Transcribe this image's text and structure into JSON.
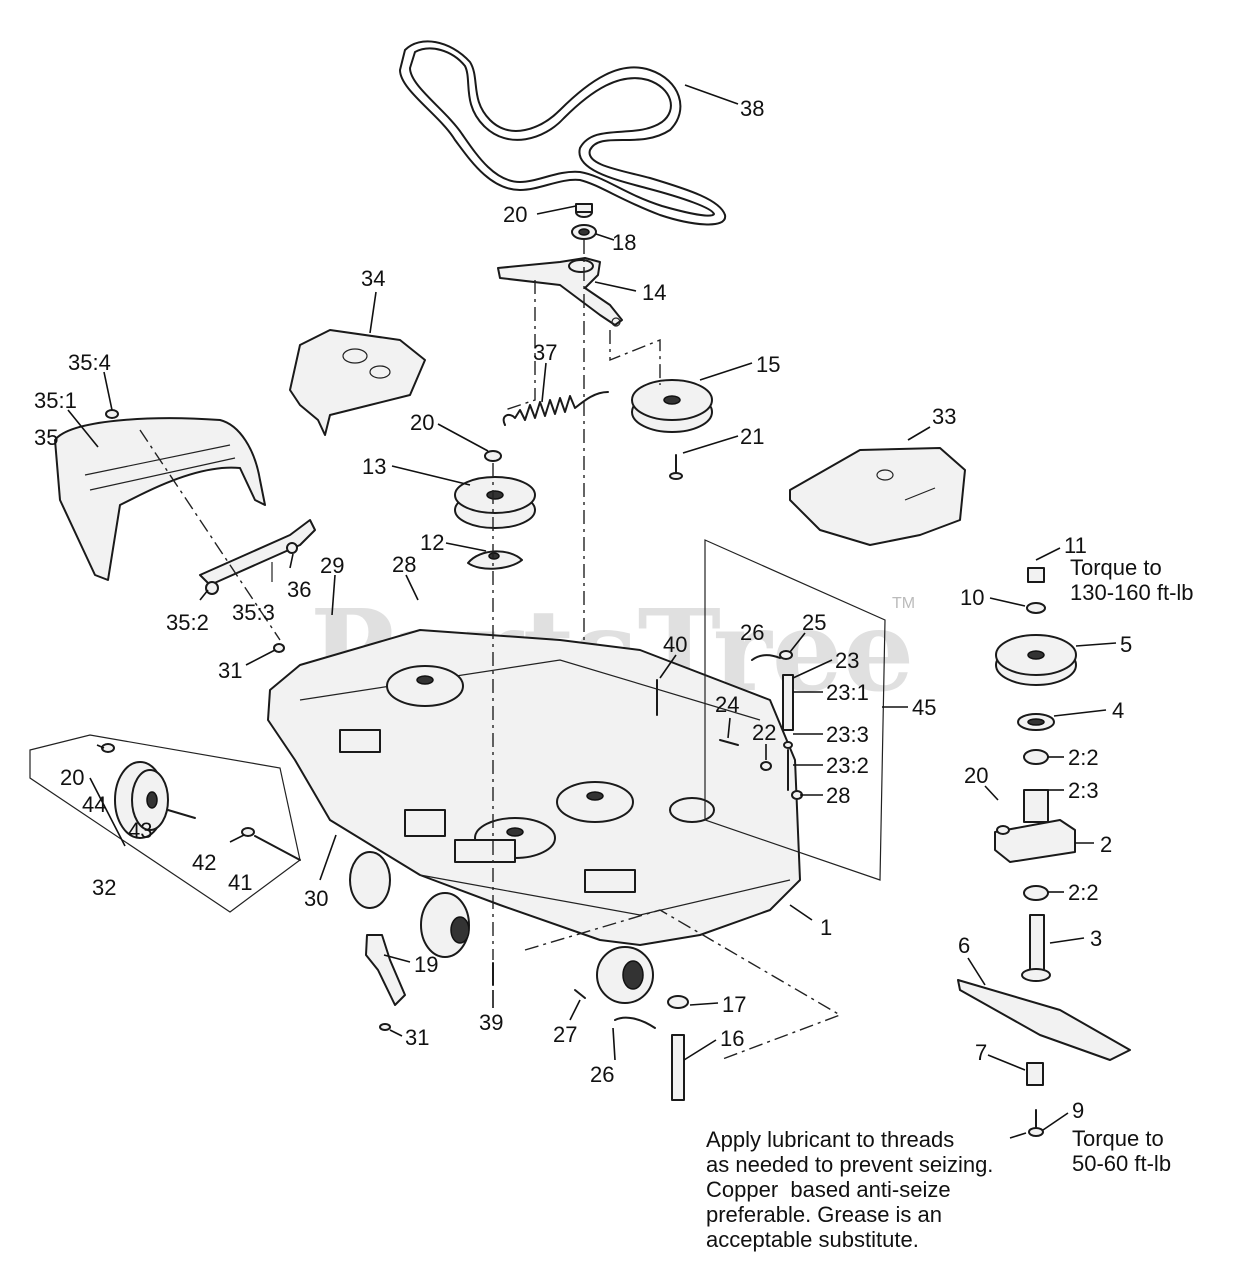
{
  "watermark": {
    "text": "PartsTree",
    "tm": "TM"
  },
  "callouts": [
    {
      "id": "c38",
      "label": "38"
    },
    {
      "id": "c20a",
      "label": "20"
    },
    {
      "id": "c18",
      "label": "18"
    },
    {
      "id": "c14",
      "label": "14"
    },
    {
      "id": "c34",
      "label": "34"
    },
    {
      "id": "c37",
      "label": "37"
    },
    {
      "id": "c15",
      "label": "15"
    },
    {
      "id": "c35-4",
      "label": "35:4"
    },
    {
      "id": "c35-1",
      "label": "35:1"
    },
    {
      "id": "c35",
      "label": "35"
    },
    {
      "id": "c20b",
      "label": "20"
    },
    {
      "id": "c21",
      "label": "21"
    },
    {
      "id": "c33",
      "label": "33"
    },
    {
      "id": "c13",
      "label": "13"
    },
    {
      "id": "c12",
      "label": "12"
    },
    {
      "id": "c11",
      "label": "11"
    },
    {
      "id": "c10",
      "label": "10"
    },
    {
      "id": "c29",
      "label": "29"
    },
    {
      "id": "c28a",
      "label": "28"
    },
    {
      "id": "c36",
      "label": "36"
    },
    {
      "id": "c35-2",
      "label": "35:2"
    },
    {
      "id": "c35-3",
      "label": "35:3"
    },
    {
      "id": "c26a",
      "label": "26"
    },
    {
      "id": "c25",
      "label": "25"
    },
    {
      "id": "c40",
      "label": "40"
    },
    {
      "id": "c23",
      "label": "23"
    },
    {
      "id": "c5",
      "label": "5"
    },
    {
      "id": "c31a",
      "label": "31"
    },
    {
      "id": "c23-1",
      "label": "23:1"
    },
    {
      "id": "c45",
      "label": "45"
    },
    {
      "id": "c24",
      "label": "24"
    },
    {
      "id": "c4",
      "label": "4"
    },
    {
      "id": "c23-3",
      "label": "23:3"
    },
    {
      "id": "c22",
      "label": "22"
    },
    {
      "id": "c2-2a",
      "label": "2:2"
    },
    {
      "id": "c23-2",
      "label": "23:2"
    },
    {
      "id": "c20c",
      "label": "20"
    },
    {
      "id": "c28b",
      "label": "28"
    },
    {
      "id": "c2-3",
      "label": "2:3"
    },
    {
      "id": "c44",
      "label": "44"
    },
    {
      "id": "c43",
      "label": "43"
    },
    {
      "id": "c20d",
      "label": "20"
    },
    {
      "id": "c2",
      "label": "2"
    },
    {
      "id": "c42",
      "label": "42"
    },
    {
      "id": "c2-2b",
      "label": "2:2"
    },
    {
      "id": "c41",
      "label": "41"
    },
    {
      "id": "c32",
      "label": "32"
    },
    {
      "id": "c30",
      "label": "30"
    },
    {
      "id": "c1",
      "label": "1"
    },
    {
      "id": "c6",
      "label": "6"
    },
    {
      "id": "c3",
      "label": "3"
    },
    {
      "id": "c19",
      "label": "19"
    },
    {
      "id": "c17",
      "label": "17"
    },
    {
      "id": "c39",
      "label": "39"
    },
    {
      "id": "c27",
      "label": "27"
    },
    {
      "id": "c16",
      "label": "16"
    },
    {
      "id": "c31b",
      "label": "31"
    },
    {
      "id": "c26b",
      "label": "26"
    },
    {
      "id": "c7",
      "label": "7"
    },
    {
      "id": "c9",
      "label": "9"
    }
  ],
  "notes": {
    "torque_top": "Torque to\n130-160 ft-lb",
    "torque_bottom": "Torque to\n50-60 ft-lb",
    "lubricant": "Apply lubricant to threads\nas needed to prevent seizing.\nCopper  based anti-seize\npreferable. Grease is an\nacceptable substitute."
  }
}
